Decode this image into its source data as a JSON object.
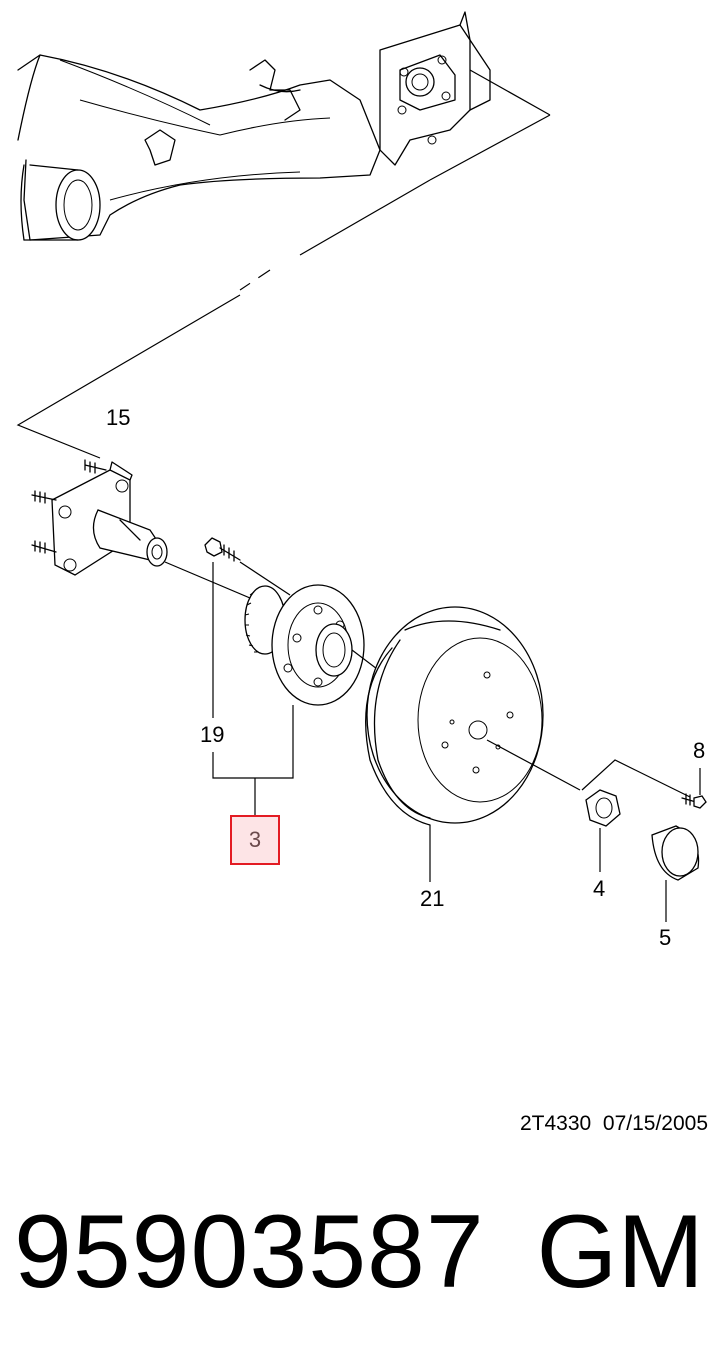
{
  "callouts": {
    "c15": "15",
    "c19": "19",
    "c3": "3",
    "c8": "8",
    "c21": "21",
    "c4": "4",
    "c5": "5"
  },
  "diagram_code": "2T4330  07/15/2005",
  "part_number": "95903587",
  "brand": "GM",
  "colors": {
    "highlight_border": "#e31b23",
    "highlight_fill": "#fde4e6"
  }
}
